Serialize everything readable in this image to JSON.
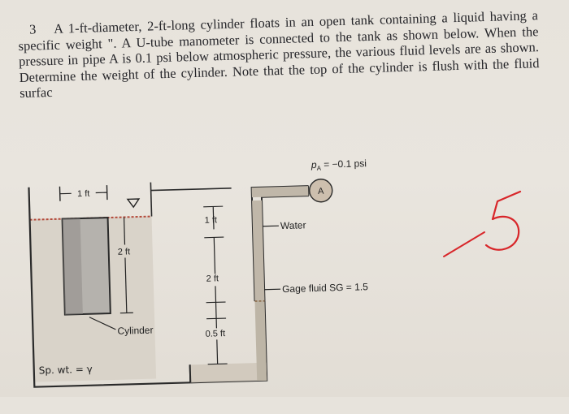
{
  "problem": {
    "number": "3",
    "text": "A 1-ft-diameter, 2-ft-long cylinder floats in an open tank containing a liquid having a specific weight \". A U-tube manometer is connected to the tank as shown below. When the pressure in pipe A is 0.1 psi below atmospheric pressure, the various fluid levels are as shown. Determine the weight of the cylinder. Note that the top of the cylinder is flush with the fluid surfac"
  },
  "figure": {
    "dim_diameter": "1 ft",
    "dim_length": "2 ft",
    "cylinder_label": "Cylinder",
    "tank_fluid_label": "Sp. wt. = γ",
    "pressure_label": "p",
    "pressure_sub": "A",
    "pressure_value": " = −0.1 psi",
    "pipe_label": "A",
    "manometer_dim_1": "1 ft",
    "manometer_dim_2": "2 ft",
    "manometer_dim_3": "0.5 ft",
    "water_label": "Water",
    "gage_fluid_label": "Gage fluid SG = 1.5"
  },
  "annotation": {
    "score": "/5"
  }
}
